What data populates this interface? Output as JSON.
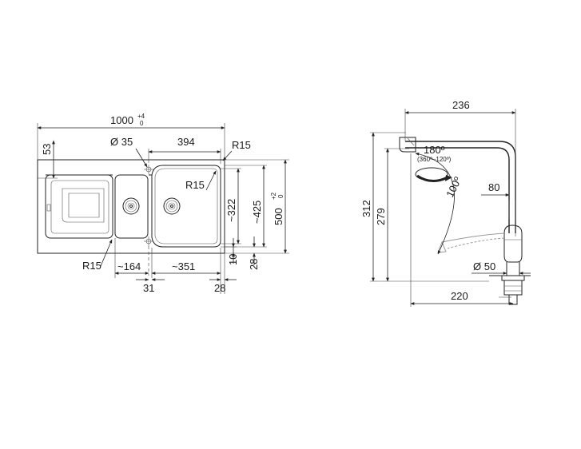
{
  "sink": {
    "width_value": "1000",
    "width_tolerance_upper": "+4",
    "width_tolerance_lower": "0",
    "back_edge": "53",
    "hole_diameter": "Ø 35",
    "bowl_width": "394",
    "corner_radius_top": "R15",
    "corner_radius_inner": "R15",
    "corner_radius_bottom": "R15",
    "bowl_depth": "~322",
    "inner_depth": "~425",
    "depth_value": "500",
    "depth_tolerance_upper": "+2",
    "depth_tolerance_lower": "0",
    "small_bowl_width": "~164",
    "large_bowl_width": "~351",
    "divider": "31",
    "right_edge": "28",
    "bottom_edge_10": "10",
    "bottom_edge_28": "28"
  },
  "tap": {
    "reach": "236",
    "rotation": "180º",
    "rotation_range": "(360º–120º)",
    "swivel": "100º",
    "spout_offset": "80",
    "total_height": "312",
    "spout_height": "279",
    "hole_diameter": "Ø 50",
    "base_reach": "220"
  }
}
